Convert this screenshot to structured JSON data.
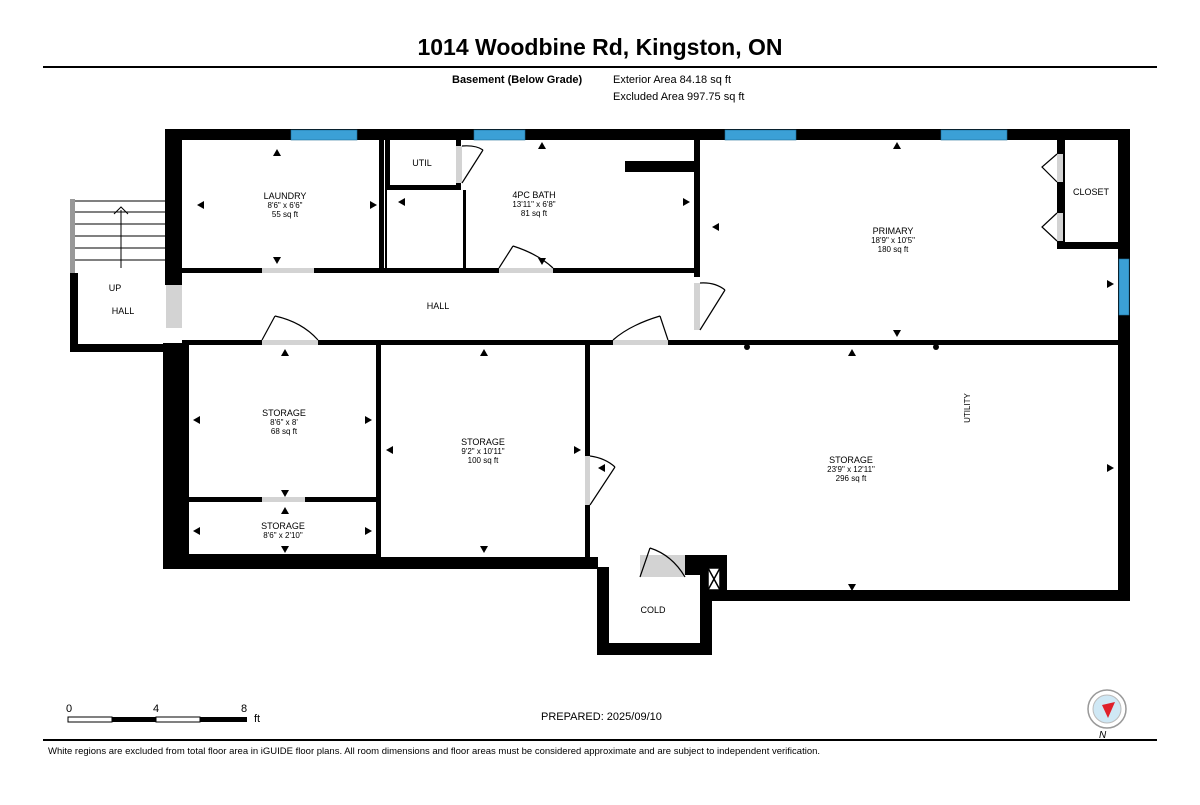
{
  "title": "1014 Woodbine Rd, Kingston, ON",
  "floor": {
    "name": "Basement (Below Grade)",
    "exterior_area": "Exterior Area 84.18 sq ft",
    "excluded_area": "Excluded Area 997.75 sq ft"
  },
  "rooms": {
    "laundry": {
      "name": "LAUNDRY",
      "dims": "8'6\" x 6'6\"",
      "area": "55 sq ft"
    },
    "bath": {
      "name": "4PC BATH",
      "dims": "13'11\" x 6'8\"",
      "area": "81 sq ft"
    },
    "util": {
      "name": "UTIL"
    },
    "primary": {
      "name": "PRIMARY",
      "dims": "18'9\" x 10'5\"",
      "area": "180 sq ft"
    },
    "closet": {
      "name": "CLOSET"
    },
    "up": {
      "name": "UP"
    },
    "hall_left": {
      "name": "HALL"
    },
    "hall": {
      "name": "HALL"
    },
    "storage1": {
      "name": "STORAGE",
      "dims": "8'6\" x 8'",
      "area": "68 sq ft"
    },
    "storage2": {
      "name": "STORAGE",
      "dims": "9'2\" x 10'11\"",
      "area": "100 sq ft"
    },
    "storage3": {
      "name": "STORAGE",
      "dims": "23'9\" x 12'11\"",
      "area": "296 sq ft"
    },
    "storage4": {
      "name": "STORAGE",
      "dims": "8'6\" x 2'10\""
    },
    "utility": {
      "name": "UTILITY"
    },
    "cold": {
      "name": "COLD"
    }
  },
  "scale": {
    "t0": "0",
    "t1": "4",
    "t2": "8",
    "unit": "ft"
  },
  "prepared": "PREPARED: 2025/09/10",
  "north": "N",
  "footer": "White regions are excluded from total floor area in iGUIDE floor plans. All room dimensions and floor areas must be considered approximate and are subject to independent verification.",
  "colors": {
    "wall": "#000000",
    "window": "#3ba0d6",
    "door_opening": "#d3d3d3",
    "compass_arrow": "#e0202a"
  }
}
